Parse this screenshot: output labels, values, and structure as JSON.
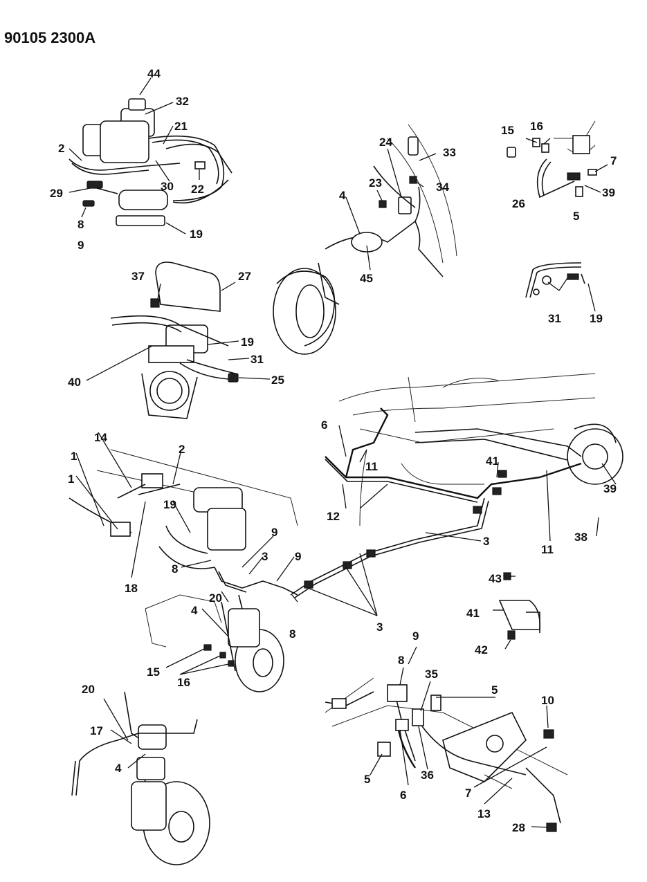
{
  "title": "90105 2300A",
  "callouts": {
    "c44": "44",
    "c32": "32",
    "c21": "21",
    "c2a": "2",
    "c30": "30",
    "c22": "22",
    "c29": "29",
    "c8a": "8",
    "c9a": "9",
    "c19a": "19",
    "c24": "24",
    "c33": "33",
    "c23": "23",
    "c34": "34",
    "c4a": "4",
    "c45": "45",
    "c15a": "15",
    "c16a": "16",
    "c7a": "7",
    "c26": "26",
    "c39a": "39",
    "c5a": "5",
    "c31a": "31",
    "c19b": "19",
    "c37": "37",
    "c27": "27",
    "c19c": "19",
    "c31b": "31",
    "c40": "40",
    "c25": "25",
    "c6a": "6",
    "c11a": "11",
    "c41a": "41",
    "c39b": "39",
    "c12": "12",
    "c3a": "3",
    "c11b": "11",
    "c38": "38",
    "c14": "14",
    "c1a": "1",
    "c1b": "1",
    "c2b": "2",
    "c19d": "19",
    "c9b": "9",
    "c3b": "3",
    "c9c": "9",
    "c8b": "8",
    "c18": "18",
    "c20a": "20",
    "c8c": "8",
    "c3c": "3",
    "c4b": "4",
    "c15b": "15",
    "c16b": "16",
    "c43": "43",
    "c41b": "41",
    "c42": "42",
    "c20b": "20",
    "c17": "17",
    "c4c": "4",
    "c9d": "9",
    "c8d": "8",
    "c35": "35",
    "c5b": "5",
    "c10": "10",
    "c5c": "5",
    "c36": "36",
    "c6b": "6",
    "c7b": "7",
    "c13": "13",
    "c28": "28"
  }
}
